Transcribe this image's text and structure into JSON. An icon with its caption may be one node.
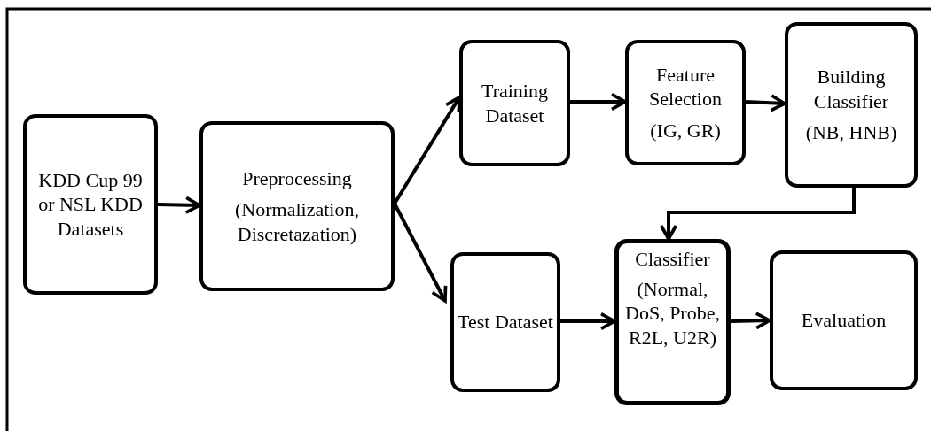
{
  "diagram": {
    "nodes": [
      {
        "text": [
          "KDD Cup 99 or NSL KDD Datasets"
        ]
      },
      {
        "text": [
          "Preprocessing",
          "(Normalization, Discretazation)"
        ]
      },
      {
        "text": [
          "Training Dataset"
        ]
      },
      {
        "text": [
          "Feature Selection",
          "(IG, GR)"
        ]
      },
      {
        "text": [
          "Building Classifier",
          "(NB, HNB)"
        ]
      },
      {
        "text": [
          "Test Dataset"
        ]
      },
      {
        "text": [
          "Classifier",
          "(Normal, DoS, Probe, R2L, U2R)"
        ]
      },
      {
        "text": [
          "Evaluation"
        ]
      }
    ],
    "edges": [
      {
        "from": 0,
        "to": 1,
        "arrow": "to"
      },
      {
        "from": 1,
        "to": 2,
        "arrow": "to"
      },
      {
        "from": 1,
        "to": 5,
        "arrow": "to"
      },
      {
        "from": 2,
        "to": 3,
        "arrow": "to"
      },
      {
        "from": 3,
        "to": 4,
        "arrow": "to"
      },
      {
        "from": 4,
        "to": 6,
        "arrow": "to"
      },
      {
        "from": 5,
        "to": 6,
        "arrow": "to"
      },
      {
        "from": 6,
        "to": 7,
        "arrow": "to"
      }
    ]
  }
}
